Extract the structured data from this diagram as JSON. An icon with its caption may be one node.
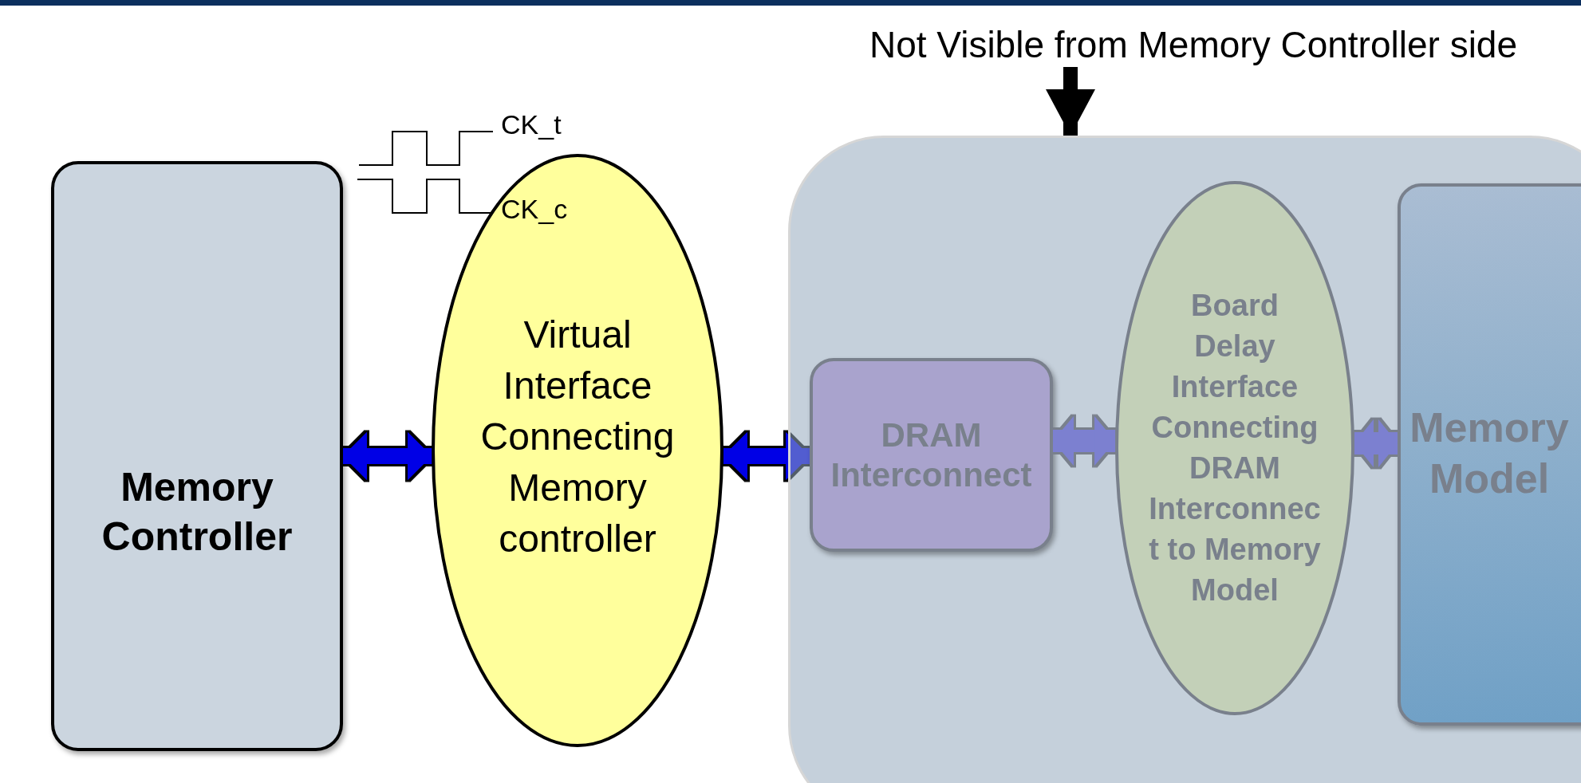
{
  "diagram": {
    "nodes": [
      {
        "text": [
          "Memory Controller"
        ]
      },
      {
        "text": [
          "Virtual Interface Connecting Memory controller"
        ]
      },
      {
        "text": [
          "Not Visible from Memory Controller side"
        ]
      },
      {
        "text": [],
        "shape": "box"
      },
      {
        "text": [
          "DRAM Interconnect"
        ],
        "in": 3
      },
      {
        "text": [
          "Board Delay Interface Connecting DRAM Interconnect to Memory Model"
        ],
        "in": 3
      },
      {
        "text": [
          "Memory Model"
        ],
        "in": 3
      }
    ],
    "edges": [
      {
        "from": 0,
        "to": 1,
        "arrow": "both",
        "color": "#0000e6"
      },
      {
        "from": 1,
        "to": 4,
        "arrow": "both",
        "color": "#0000e6"
      },
      {
        "from": 4,
        "to": 5,
        "arrow": "both",
        "color": "#7b80d0"
      },
      {
        "from": 5,
        "to": 6,
        "arrow": "both",
        "color": "#7b80d0"
      },
      {
        "from": 2,
        "to": 3,
        "arrow": "to",
        "color": "#000000"
      }
    ],
    "labels": [
      "CK_t",
      "CK_c"
    ]
  }
}
